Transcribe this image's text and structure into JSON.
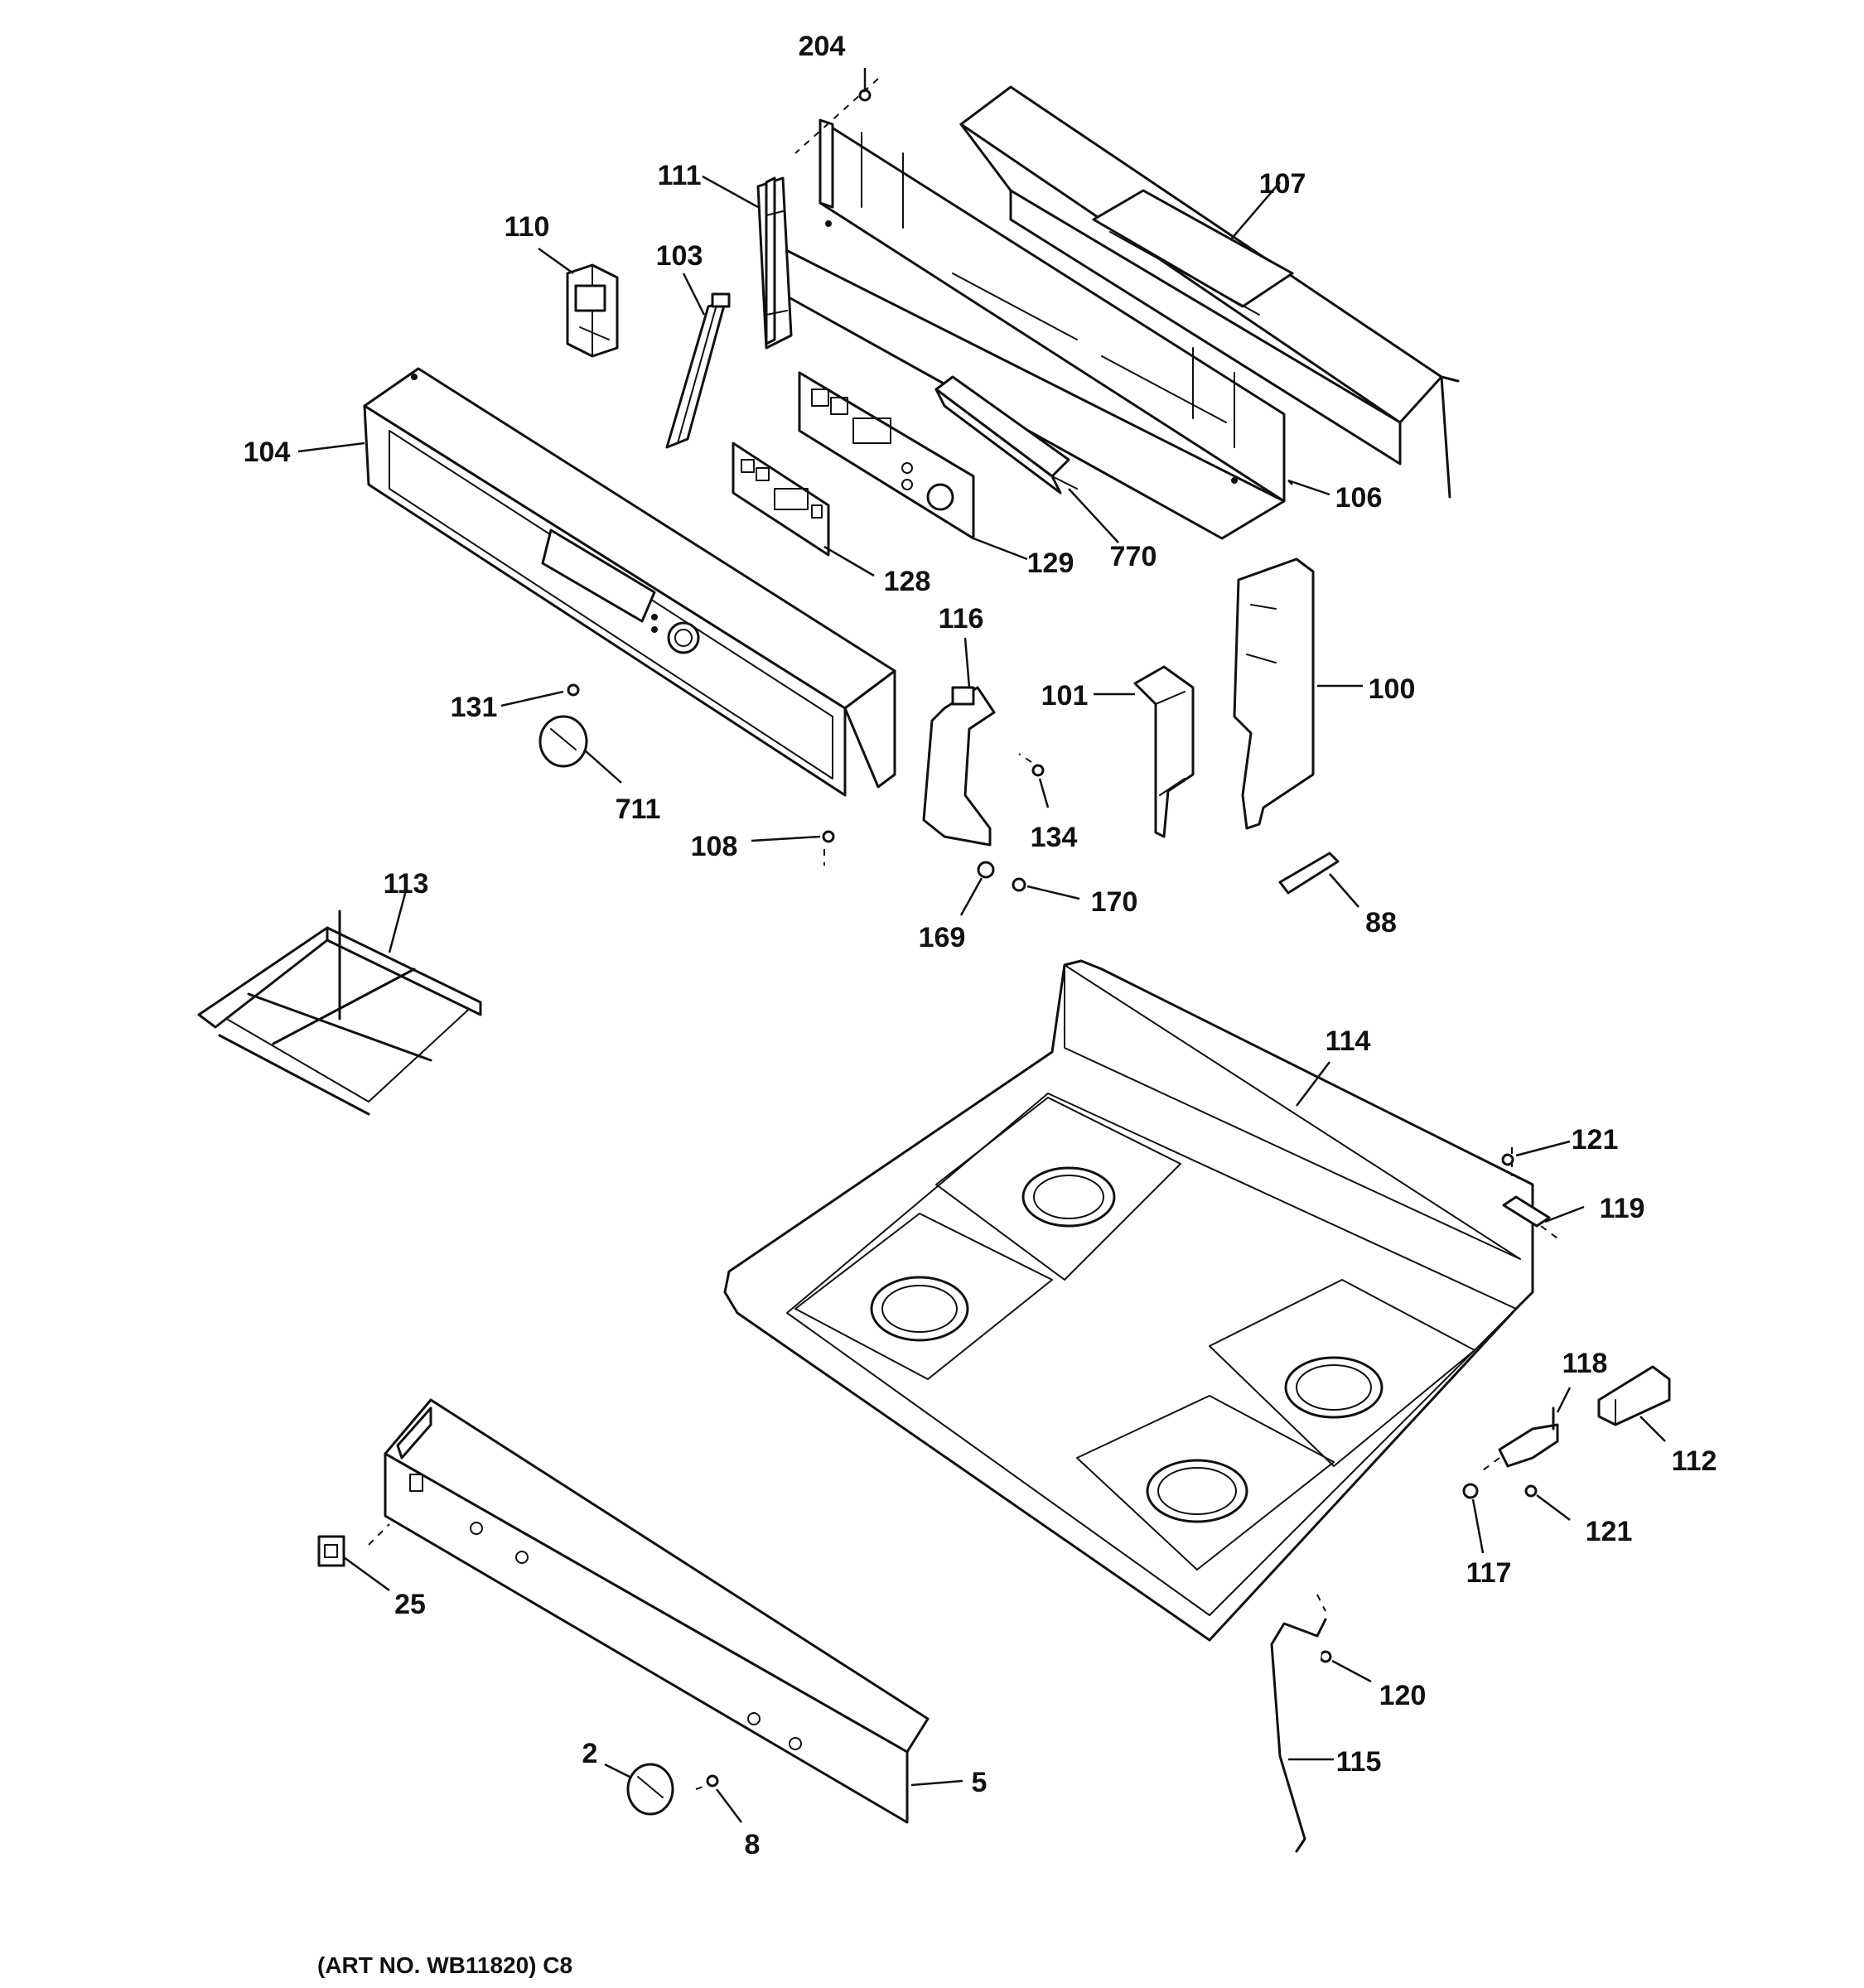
{
  "diagram": {
    "caption": "(ART NO. WB11820) C8",
    "colors": {
      "ink": "#111111",
      "paper": "#ffffff"
    },
    "callouts": [
      {
        "id": "204",
        "label": "204"
      },
      {
        "id": "111",
        "label": "111"
      },
      {
        "id": "107",
        "label": "107"
      },
      {
        "id": "110",
        "label": "110"
      },
      {
        "id": "103",
        "label": "103"
      },
      {
        "id": "104",
        "label": "104"
      },
      {
        "id": "106",
        "label": "106"
      },
      {
        "id": "128",
        "label": "128"
      },
      {
        "id": "129",
        "label": "129"
      },
      {
        "id": "770",
        "label": "770"
      },
      {
        "id": "116",
        "label": "116"
      },
      {
        "id": "101",
        "label": "101"
      },
      {
        "id": "100",
        "label": "100"
      },
      {
        "id": "131",
        "label": "131"
      },
      {
        "id": "711",
        "label": "711"
      },
      {
        "id": "134",
        "label": "134"
      },
      {
        "id": "108",
        "label": "108"
      },
      {
        "id": "170",
        "label": "170"
      },
      {
        "id": "169",
        "label": "169"
      },
      {
        "id": "88",
        "label": "88"
      },
      {
        "id": "113",
        "label": "113"
      },
      {
        "id": "114",
        "label": "114"
      },
      {
        "id": "121a",
        "label": "121"
      },
      {
        "id": "119",
        "label": "119"
      },
      {
        "id": "118",
        "label": "118"
      },
      {
        "id": "112",
        "label": "112"
      },
      {
        "id": "121b",
        "label": "121"
      },
      {
        "id": "117",
        "label": "117"
      },
      {
        "id": "25",
        "label": "25"
      },
      {
        "id": "120",
        "label": "120"
      },
      {
        "id": "115",
        "label": "115"
      },
      {
        "id": "2",
        "label": "2"
      },
      {
        "id": "5",
        "label": "5"
      },
      {
        "id": "8",
        "label": "8"
      }
    ]
  }
}
